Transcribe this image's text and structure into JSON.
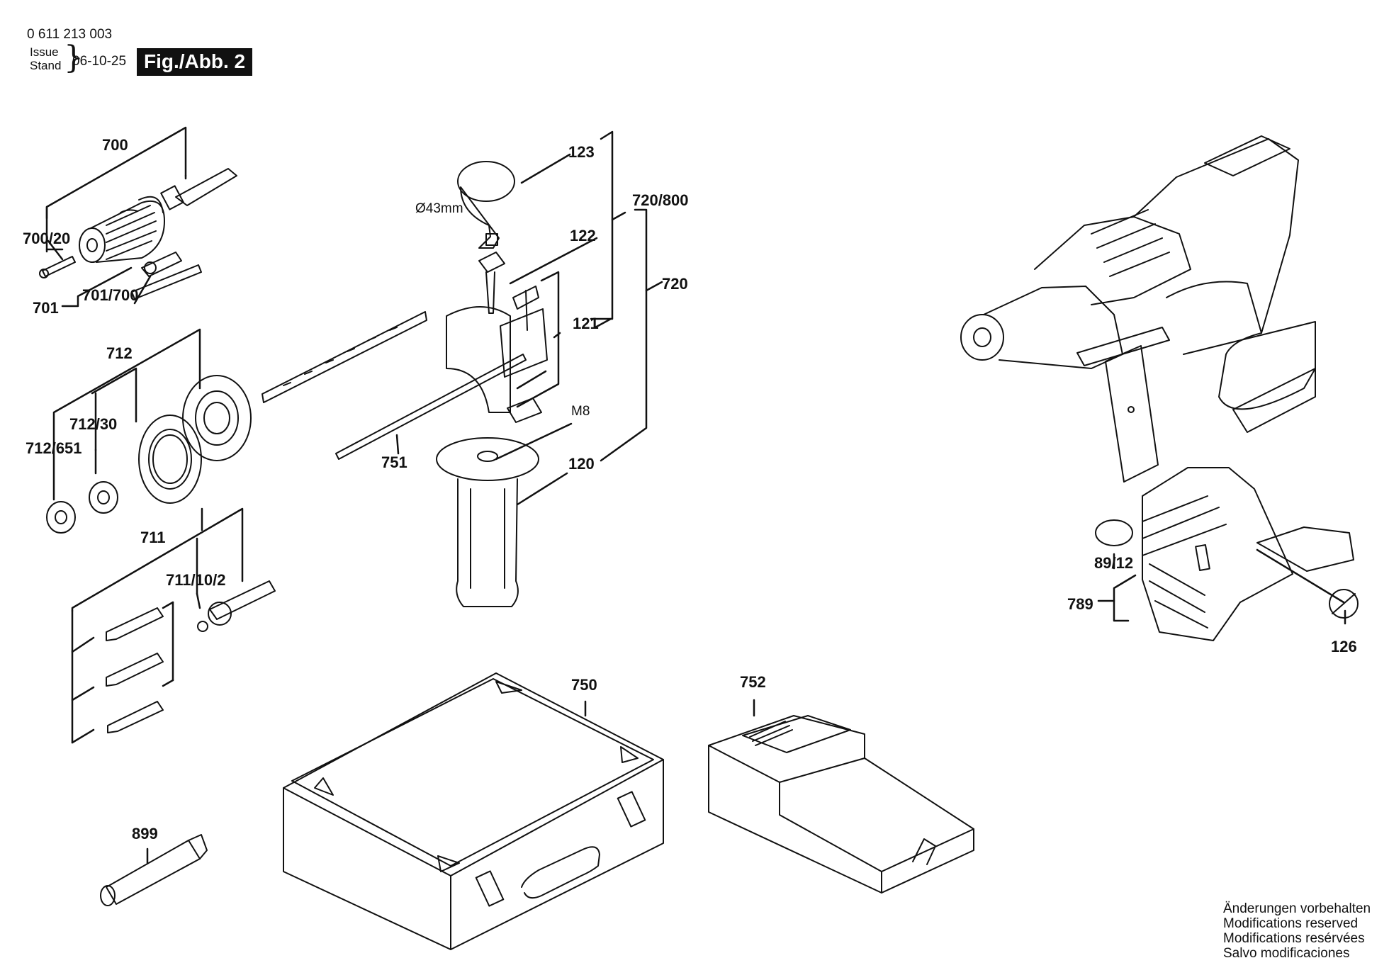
{
  "header": {
    "doc_number": "0 611 213 003",
    "issue_label": "Issue",
    "stand_label": "Stand",
    "issue_date": "06-10-25",
    "figure_label": "Fig./Abb. 2"
  },
  "callouts": {
    "c700": "700",
    "c700_20": "700/20",
    "c701": "701",
    "c701_700": "701/700",
    "c712": "712",
    "c712_30": "712/30",
    "c712_651": "712/651",
    "c711": "711",
    "c711_10_2": "711/10/2",
    "c123": "123",
    "c43mm": "Ø43mm",
    "c122": "122",
    "c121": "121",
    "c720_800": "720/800",
    "c720": "720",
    "cM8": "M8",
    "c751": "751",
    "c120": "120",
    "c750": "750",
    "c752": "752",
    "c899": "899",
    "c89_12": "89/12",
    "c789": "789",
    "c126": "126"
  },
  "notes": [
    "Änderungen vorbehalten",
    "Modifications reserved",
    "Modifications resérvées",
    "Salvo modificaciones"
  ]
}
